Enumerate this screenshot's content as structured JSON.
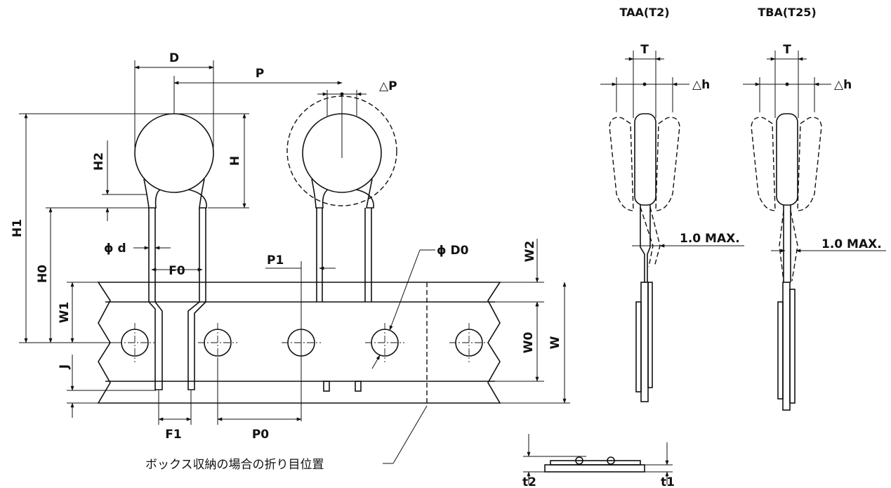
{
  "titles": {
    "taa": "TAA(T2)",
    "tba": "TBA(T25)"
  },
  "dims": {
    "D": "D",
    "P": "P",
    "dP": "△P",
    "H": "H",
    "H1": "H1",
    "H2": "H2",
    "H0": "H0",
    "phi_d": "ϕ d",
    "F0": "F0",
    "P1": "P1",
    "phi_D0": "ϕ D0",
    "W2": "W2",
    "W1": "W1",
    "W0": "W0",
    "W": "W",
    "J": "J",
    "F1": "F1",
    "P0": "P0",
    "T_taa": "T",
    "T_tba": "T",
    "dh_taa": "△h",
    "dh_tba": "△h",
    "max_taa": "1.0 MAX.",
    "max_tba": "1.0 MAX.",
    "t1": "t1",
    "t2": "t2"
  },
  "note": "ボックス収納の場合の折り目位置"
}
